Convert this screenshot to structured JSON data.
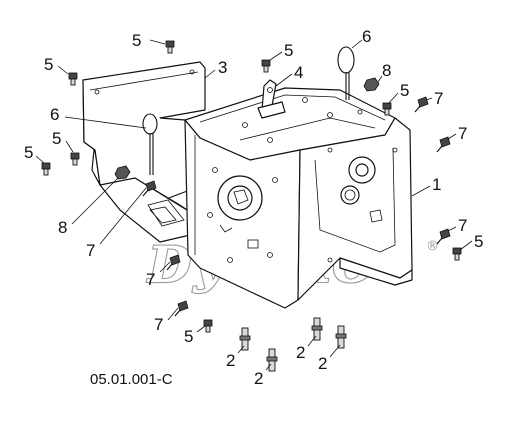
{
  "drawing_code": "05.01.001-C",
  "watermark": {
    "text": "DyadkO",
    "registered_mark": "®"
  },
  "callouts": [
    {
      "id": "c1",
      "label": "5"
    },
    {
      "id": "c2",
      "label": "5"
    },
    {
      "id": "c3",
      "label": "3"
    },
    {
      "id": "c4",
      "label": "5"
    },
    {
      "id": "c5",
      "label": "4"
    },
    {
      "id": "c6",
      "label": "6"
    },
    {
      "id": "c7",
      "label": "8"
    },
    {
      "id": "c8",
      "label": "6"
    },
    {
      "id": "c9",
      "label": "5"
    },
    {
      "id": "c10",
      "label": "7"
    },
    {
      "id": "c11",
      "label": "5"
    },
    {
      "id": "c12",
      "label": "7"
    },
    {
      "id": "c13",
      "label": "5"
    },
    {
      "id": "c14",
      "label": "1"
    },
    {
      "id": "c15",
      "label": "8"
    },
    {
      "id": "c16",
      "label": "7"
    },
    {
      "id": "c17",
      "label": "7"
    },
    {
      "id": "c18",
      "label": "5"
    },
    {
      "id": "c19",
      "label": "7"
    },
    {
      "id": "c20",
      "label": "7"
    },
    {
      "id": "c21",
      "label": "5"
    },
    {
      "id": "c22",
      "label": "2"
    },
    {
      "id": "c23",
      "label": "2"
    },
    {
      "id": "c24",
      "label": "2"
    },
    {
      "id": "c25",
      "label": "2"
    }
  ]
}
